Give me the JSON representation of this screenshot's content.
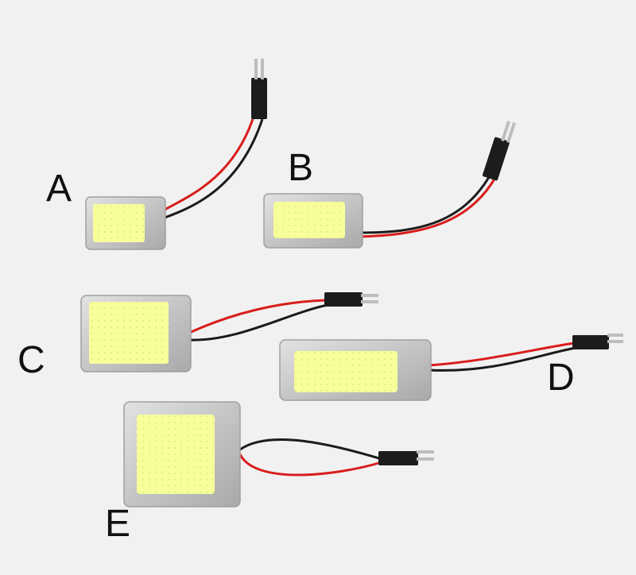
{
  "colors": {
    "background": "#f1f1f1",
    "housing": "#c9c9c9",
    "housing_edge": "#a9a9a9",
    "led": "#f7ff9a",
    "led_core": "#fdffe0",
    "wire_red": "#d91c1c",
    "wire_black": "#1b1b1b",
    "connector": "#1c1c1c",
    "pin": "#bfbfbf"
  },
  "modules": [
    {
      "label": "A",
      "size": "small"
    },
    {
      "label": "B",
      "size": "small-wide"
    },
    {
      "label": "C",
      "size": "medium"
    },
    {
      "label": "D",
      "size": "long"
    },
    {
      "label": "E",
      "size": "large"
    }
  ]
}
